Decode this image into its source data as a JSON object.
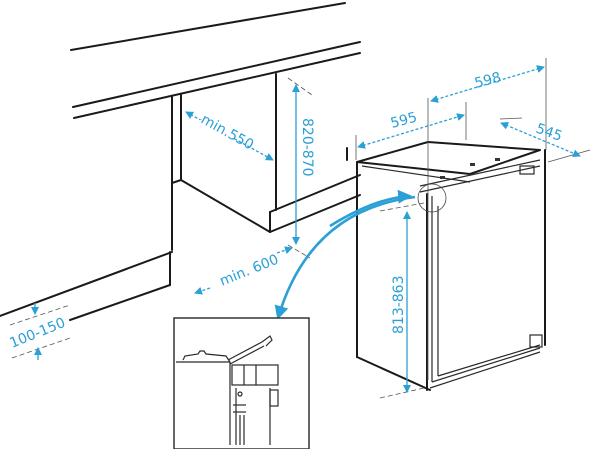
{
  "diagram": {
    "type": "built-in refrigerator installation drawing",
    "accent_color": "#2aa0d6",
    "line_color": "#1a1a1a",
    "dimensions": {
      "niche_depth": "min.550",
      "niche_height": "820-870",
      "door_clearance": "min. 600",
      "plinth_height": "100-150",
      "appliance_width": "595",
      "appliance_width_overall": "598",
      "appliance_depth": "545",
      "appliance_height": "813-863"
    },
    "detail_inset": {
      "description": "door hinge fixing detail"
    }
  }
}
